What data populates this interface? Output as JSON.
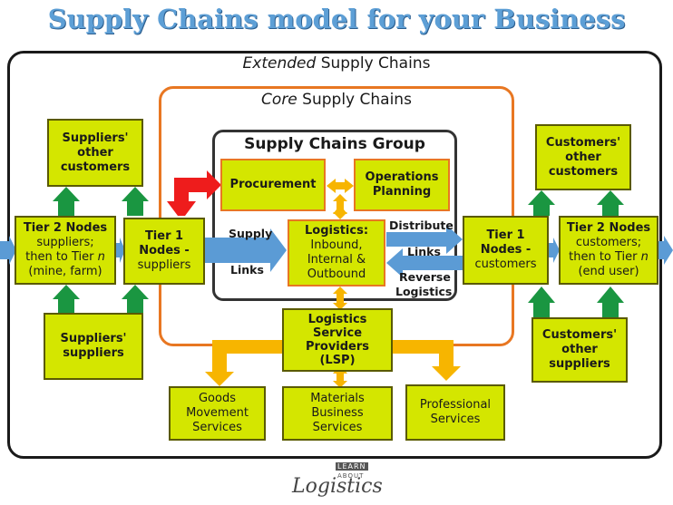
{
  "title": "Supply Chains model for your Business",
  "extended": {
    "label_em": "Extended",
    "label_rest": " Supply Chains"
  },
  "core": {
    "label_em": "Core",
    "label_rest": " Supply Chains"
  },
  "group": {
    "label": "Supply Chains Group"
  },
  "boxes": {
    "suppliers_other_customers": [
      "Suppliers'",
      "other",
      "customers"
    ],
    "suppliers_suppliers": [
      "Suppliers'",
      "suppliers"
    ],
    "tier2_left": {
      "head": "Tier 2 Nodes",
      "l1": "suppliers;",
      "l2a": "then to Tier ",
      "l2n": "n",
      "l3": "(mine, farm)"
    },
    "tier1_left": [
      "Tier 1",
      "Nodes -",
      "suppliers"
    ],
    "procurement": "Procurement",
    "operations": [
      "Operations",
      "Planning"
    ],
    "logistics": {
      "head": "Logistics:",
      "l1": "Inbound,",
      "l2": "Internal &",
      "l3": "Outbound"
    },
    "tier1_right": [
      "Tier 1",
      "Nodes -",
      "customers"
    ],
    "tier2_right": {
      "head": "Tier 2 Nodes",
      "l1": "customers;",
      "l2a": "then to Tier ",
      "l2n": "n",
      "l3": "(end user)"
    },
    "customers_other_customers": [
      "Customers'",
      "other",
      "customers"
    ],
    "customers_other_suppliers": [
      "Customers'",
      "other",
      "suppliers"
    ],
    "lsp": [
      "Logistics",
      "Service",
      "Providers",
      "(LSP)"
    ],
    "goods": [
      "Goods",
      "Movement",
      "Services"
    ],
    "materials": [
      "Materials",
      "Business",
      "Services"
    ],
    "professional": [
      "Professional",
      "Services"
    ]
  },
  "arrow_labels": {
    "supply": "Supply",
    "links_left": "Links",
    "distribute": "Distribute",
    "links_right": "Links",
    "reverse": "Reverse",
    "reverse_logistics": "Logistics"
  },
  "logo": {
    "top": "LEARN",
    "mid": "ABOUT",
    "word": "Logistics"
  },
  "colors": {
    "title": "#5d9fd6",
    "box_fill": "#d4e600",
    "core_border": "#e87722",
    "green_arrow": "#1a9641",
    "blue_arrow": "#5b9bd5",
    "yellow_arrow": "#f7b500",
    "red_arrow": "#ee1c1c"
  }
}
